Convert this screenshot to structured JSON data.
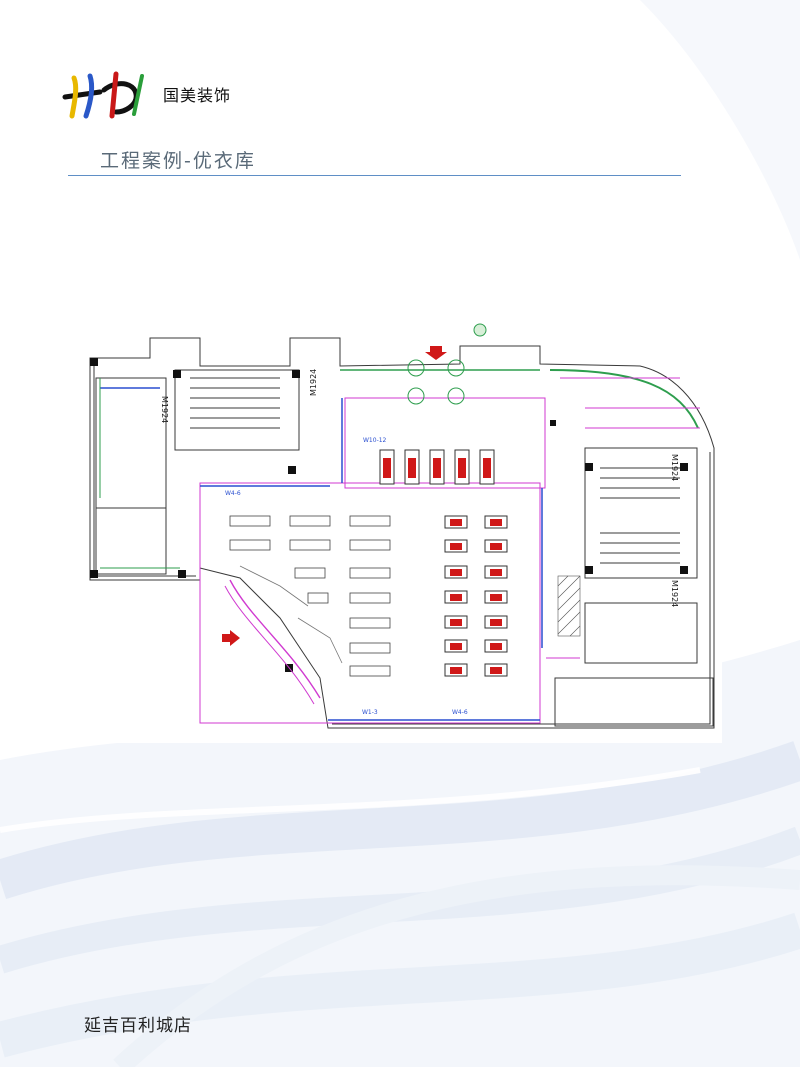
{
  "brand_name": "国美装饰",
  "page_title": "工程案例-优衣库",
  "footer_caption": "延吉百利城店",
  "colors": {
    "title_rule": "#5f8fc6",
    "plan_wall": "#3a3a3a",
    "plan_magenta": "#d03ad0",
    "plan_green": "#2e9e4e",
    "plan_blue": "#2a4fd0",
    "plan_red": "#d01818",
    "swoosh": "#dde6f2"
  },
  "floor_plan": {
    "rotated_labels": [
      "M1924",
      "M1924",
      "M1924",
      "M1924"
    ],
    "fixture_labels": [
      "W10-12",
      "W4-6",
      "W1-3",
      "W4-6"
    ]
  }
}
